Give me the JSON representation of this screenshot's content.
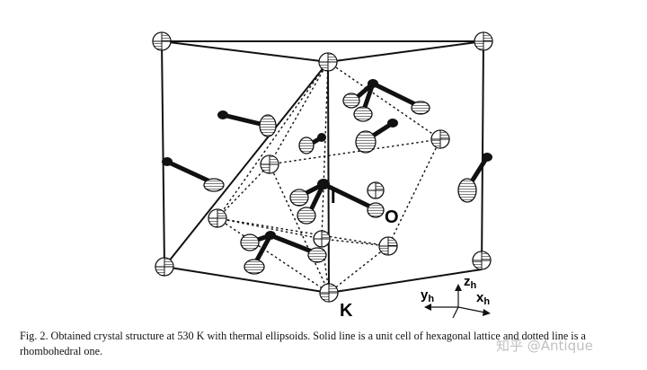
{
  "figure": {
    "atom_labels": {
      "iodine": "I",
      "oxygen": "O",
      "potassium": "K"
    },
    "axes": {
      "y": {
        "base": "y",
        "sub": "h"
      },
      "z": {
        "base": "z",
        "sub": "h"
      },
      "x": {
        "base": "x",
        "sub": "h"
      }
    }
  },
  "caption": {
    "line1": "Fig. 2. Obtained crystal structure at 530 K with thermal ellipsoids. Solid line is a unit cell of hexagonal lattice and dotted line is a",
    "line2": "rhombohedral one."
  },
  "watermark": "知乎 @Antique"
}
